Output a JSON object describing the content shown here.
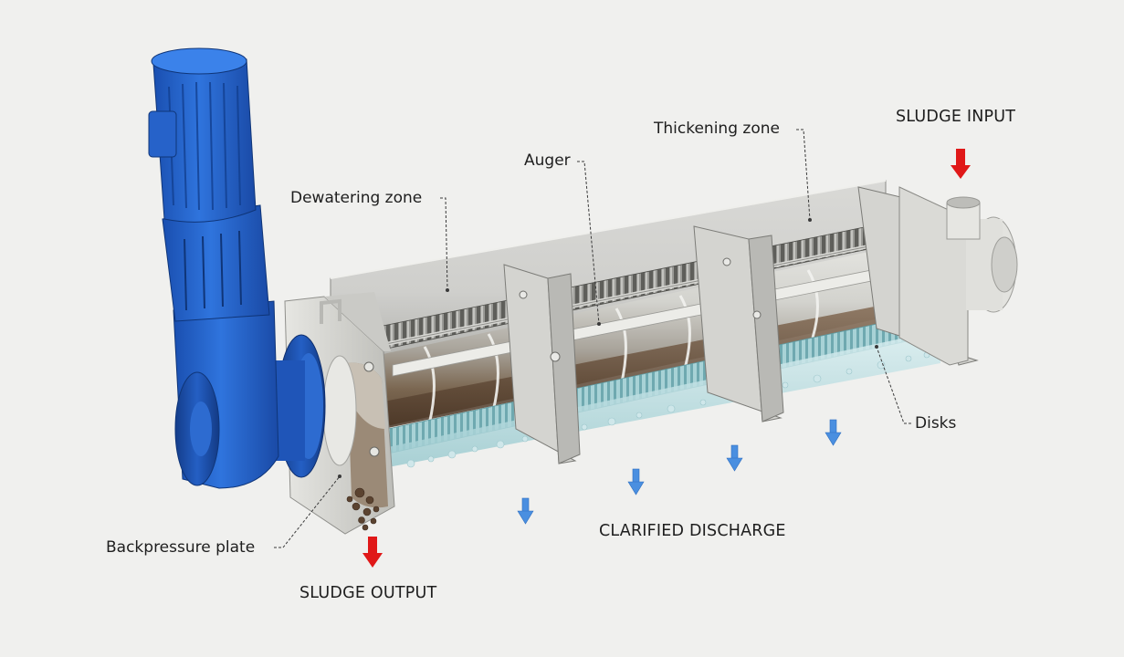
{
  "labels": {
    "dewatering_zone": "Dewatering zone",
    "auger": "Auger",
    "thickening_zone": "Thickening zone",
    "sludge_input": "SLUDGE INPUT",
    "disks": "Disks",
    "clarified_discharge": "CLARIFIED DISCHARGE",
    "backpressure_plate": "Backpressure plate",
    "sludge_output": "SLUDGE OUTPUT"
  },
  "colors": {
    "background": "#f0f0ee",
    "motor_blue": "#1f5fc8",
    "sludge_arrow": "#e01818",
    "water_arrow": "#4a8fe0",
    "trough_steel": "#c9c9c6",
    "sludge_brown": "#6b5238",
    "filtrate": "#bfe0e2"
  },
  "icons": [
    "sludge-input-arrow-icon",
    "sludge-output-arrow-icon",
    "water-drop-arrow-icon"
  ]
}
